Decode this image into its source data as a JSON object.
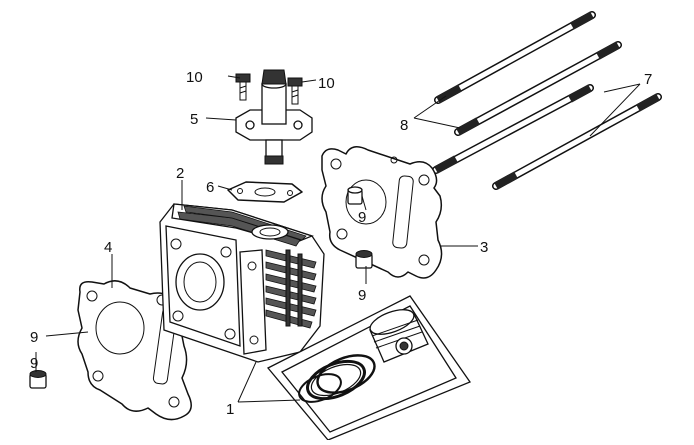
{
  "diagram": {
    "callouts": [
      {
        "id": "c1",
        "text": "1"
      },
      {
        "id": "c2",
        "text": "2"
      },
      {
        "id": "c3",
        "text": "3"
      },
      {
        "id": "c4",
        "text": "4"
      },
      {
        "id": "c5",
        "text": "5"
      },
      {
        "id": "c6",
        "text": "6"
      },
      {
        "id": "c7",
        "text": "7"
      },
      {
        "id": "c8",
        "text": "8"
      },
      {
        "id": "c9a",
        "text": "9"
      },
      {
        "id": "c9b",
        "text": "9"
      },
      {
        "id": "c9c",
        "text": "9"
      },
      {
        "id": "c9d",
        "text": "9"
      },
      {
        "id": "c10a",
        "text": "10"
      },
      {
        "id": "c10b",
        "text": "10"
      }
    ],
    "parts": [
      {
        "name": "piston-rings"
      },
      {
        "name": "cylinder-block"
      },
      {
        "name": "head-gasket"
      },
      {
        "name": "base-gasket"
      },
      {
        "name": "cam-chain-tensioner"
      },
      {
        "name": "tensioner-gasket"
      },
      {
        "name": "stud-bolt"
      },
      {
        "name": "stud-bolt-short"
      },
      {
        "name": "dowel-pin"
      },
      {
        "name": "bolt"
      }
    ]
  }
}
